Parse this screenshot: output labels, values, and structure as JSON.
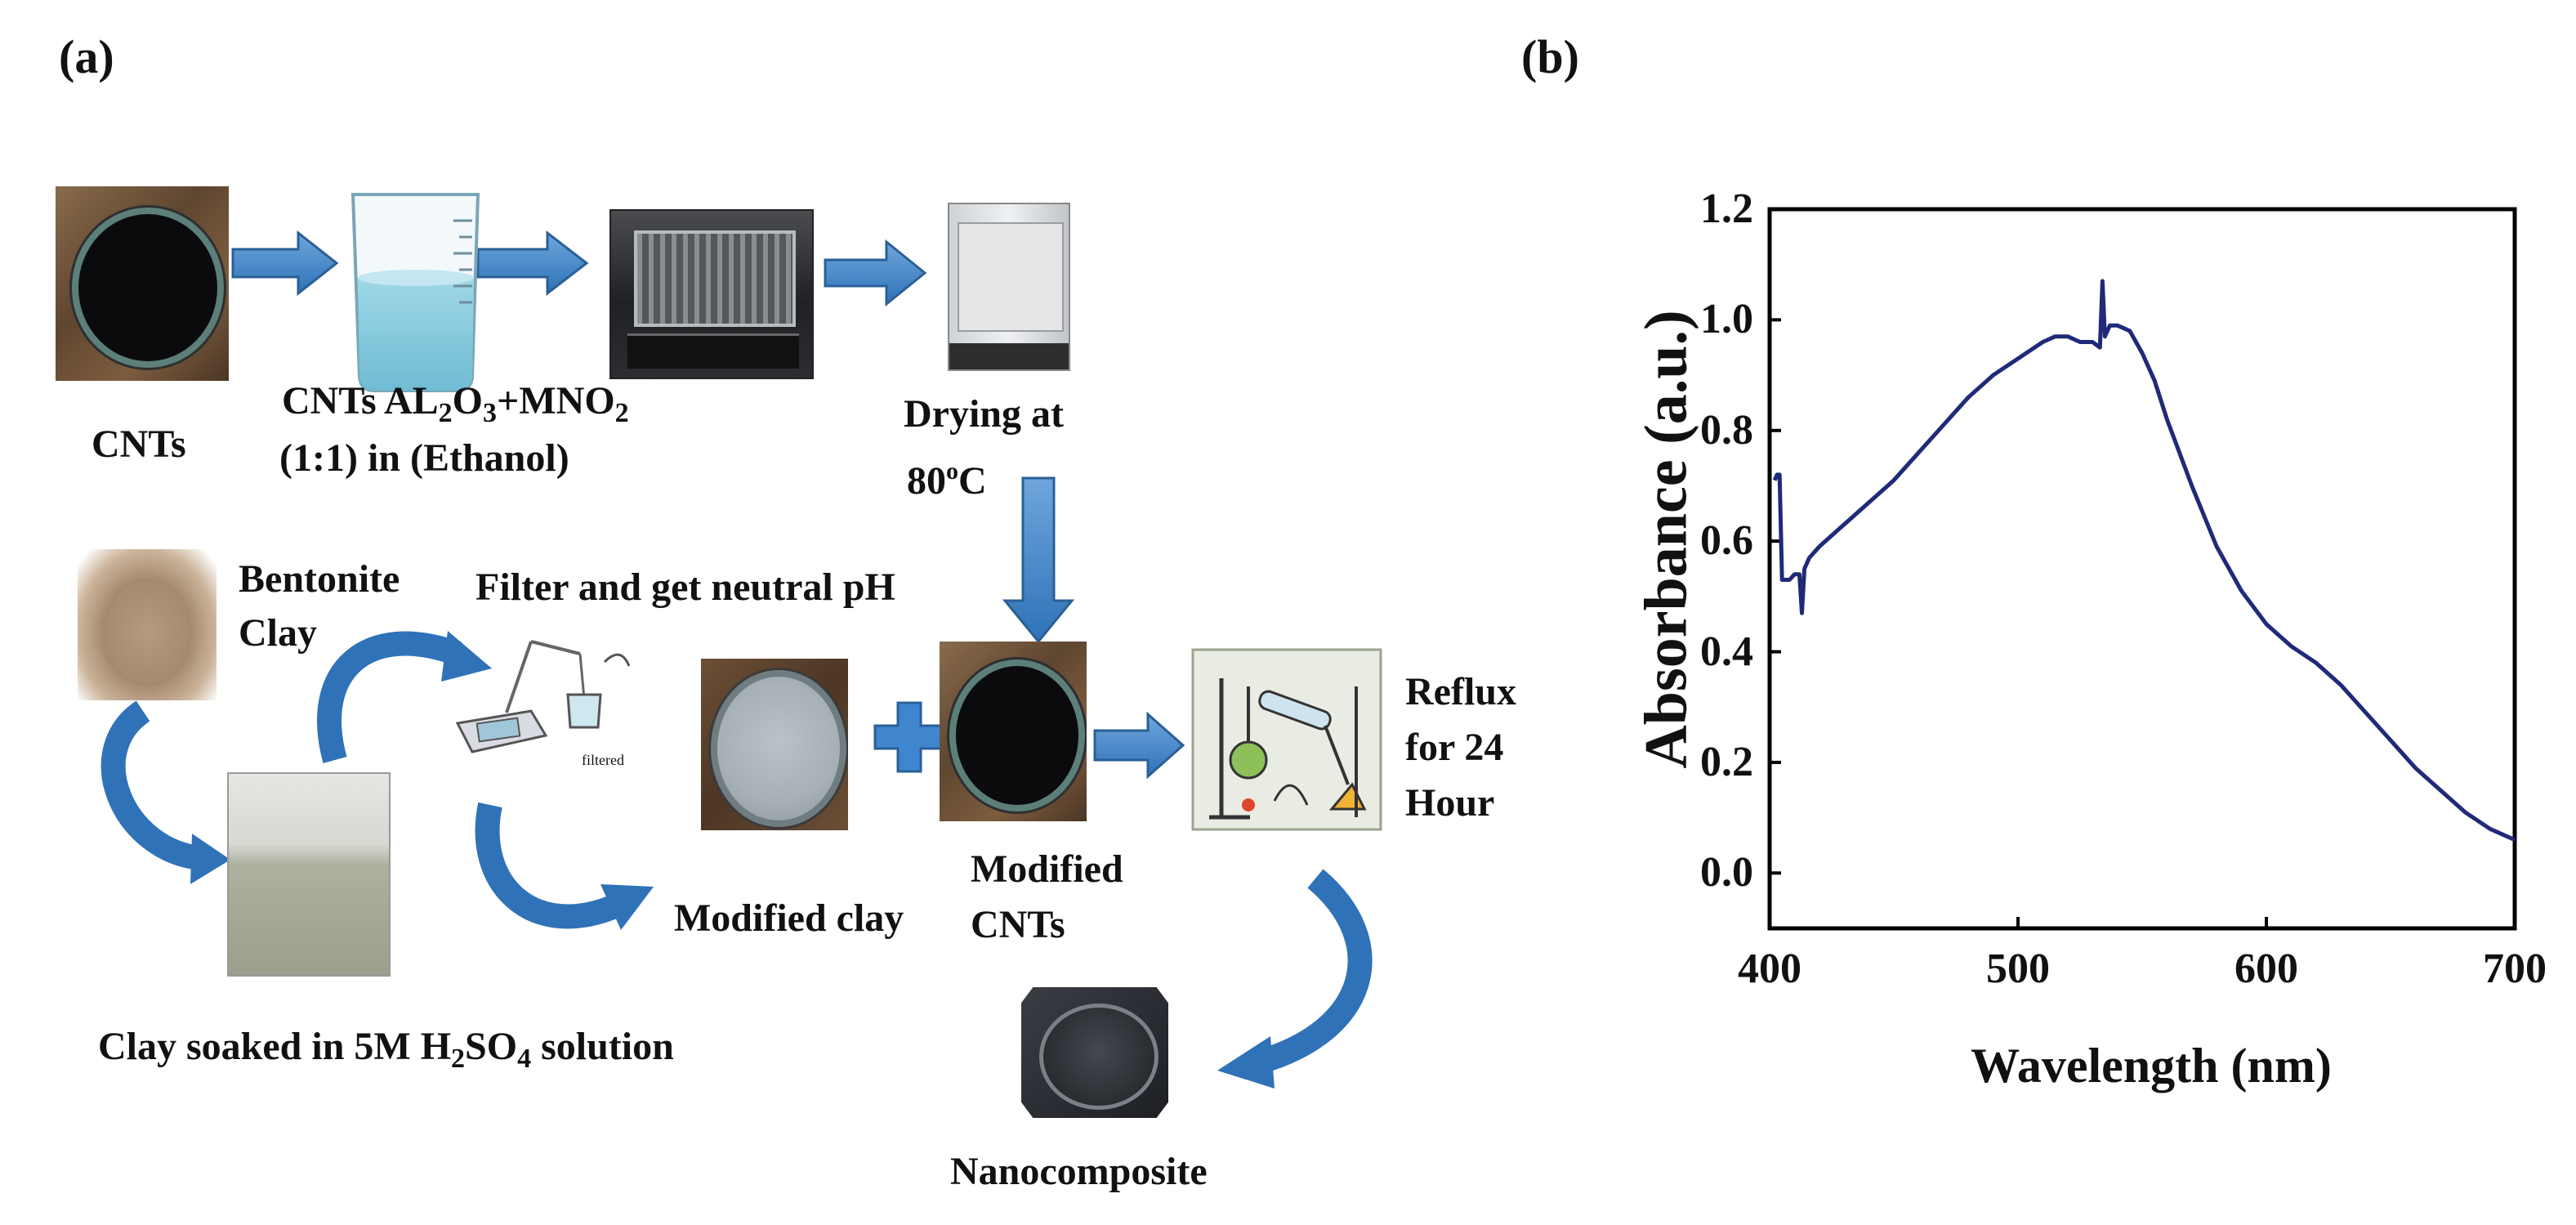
{
  "panel_a": {
    "label": "(a)",
    "steps": {
      "cnts": "CNTs",
      "mixture_line1": "CNTs AL",
      "mixture_sub1": "2",
      "mixture_mid1": "O",
      "mixture_sub2": "3",
      "mixture_mid2": "+MNO",
      "mixture_sub3": "2",
      "mixture_line2": "(1:1) in (Ethanol)",
      "drying_line1": "Drying at",
      "drying_value": "80",
      "drying_sup": "o",
      "drying_unit": "C",
      "bentonite_line1": "Bentonite",
      "bentonite_line2": "Clay",
      "filter": "Filter and get neutral pH",
      "soaked_pre": "Clay soaked in 5M H",
      "soaked_sub1": "2",
      "soaked_mid": "SO",
      "soaked_sub2": "4",
      "soaked_post": " solution",
      "modified_clay": "Modified clay",
      "modified_cnts_line1": "Modified",
      "modified_cnts_line2": "CNTs",
      "reflux_line1": "Reflux",
      "reflux_line2": "for 24",
      "reflux_line3": "Hour",
      "nanocomposite": "Nanocomposite",
      "phmeter_caption": "filtered"
    }
  },
  "panel_b": {
    "label": "(b)"
  },
  "chart_data": {
    "type": "line",
    "xlabel": "Wavelength (nm)",
    "ylabel": "Absorbance (a.u.)",
    "xlim": [
      400,
      700
    ],
    "ylim": [
      -0.1,
      1.2
    ],
    "xticks": [
      400,
      500,
      600,
      700
    ],
    "yticks": [
      0.0,
      0.2,
      0.4,
      0.6,
      0.8,
      1.0,
      1.2
    ],
    "grid": false,
    "line_color": "#1f2a78",
    "series": [
      {
        "x": [
          402,
          403,
          404,
          405,
          406,
          408,
          410,
          412,
          413,
          414,
          415,
          416,
          420,
          430,
          440,
          450,
          460,
          470,
          480,
          490,
          500,
          510,
          515,
          520,
          525,
          530,
          533,
          534,
          535,
          536,
          537,
          540,
          545,
          550,
          555,
          560,
          570,
          580,
          590,
          600,
          610,
          620,
          630,
          640,
          650,
          660,
          670,
          680,
          690,
          700
        ],
        "y": [
          0.71,
          0.72,
          0.72,
          0.53,
          0.53,
          0.53,
          0.54,
          0.54,
          0.47,
          0.55,
          0.56,
          0.57,
          0.59,
          0.63,
          0.67,
          0.71,
          0.76,
          0.81,
          0.86,
          0.9,
          0.93,
          0.96,
          0.97,
          0.97,
          0.96,
          0.96,
          0.95,
          1.07,
          0.97,
          0.98,
          0.99,
          0.99,
          0.98,
          0.94,
          0.89,
          0.82,
          0.7,
          0.59,
          0.51,
          0.45,
          0.41,
          0.38,
          0.34,
          0.29,
          0.24,
          0.19,
          0.15,
          0.11,
          0.08,
          0.06
        ]
      }
    ]
  }
}
